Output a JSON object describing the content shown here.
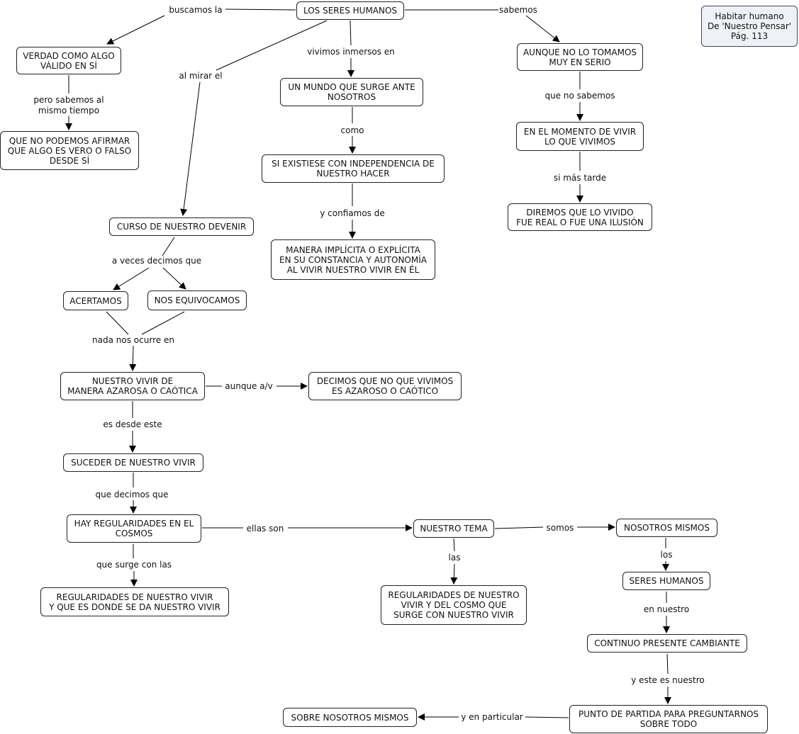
{
  "nodes": {
    "seres": "LOS SERES HUMANOS",
    "verdad": "VERDAD COMO ALGO\nVÁLIDO EN SÍ",
    "noafirmar": "QUE NO PODEMOS AFIRMAR\nQUE ALGO ES VERO O FALSO\nDESDE SÍ",
    "mundo": "UN MUNDO QUE SURGE ANTE\nNOSOTROS",
    "existiese": "SI EXISTIESE CON INDEPENDENCIA DE\nNUESTRO HACER",
    "manera": "MANERA IMPLÍCITA O EXPLÍCITA\nEN SU CONSTANCIA Y AUTONOMÍA\nAL VIVIR NUESTRO VIVIR EN ÉL",
    "aunque": "AUNQUE NO LO TOMAMOS\nMUY EN SERIO",
    "momento": "EN EL MOMENTO DE VIVIR\nLO QUE VIVIMOS",
    "diremos": "DIREMOS QUE LO VIVIDO\nFUE REAL O FUE UNA ILUSIÓN",
    "curso": "CURSO DE NUESTRO DEVENIR",
    "acertamos": "ACERTAMOS",
    "equivocamos": "NOS EQUIVOCAMOS",
    "vivir": "NUESTRO VIVIR DE\nMANERA AZAROSA O CAÓTICA",
    "decimos": "DECIMOS QUE NO QUE VIVIMOS\nES AZAROSO O CAÓTICO",
    "suceder": "SUCEDER DE NUESTRO VIVIR",
    "hay": "HAY REGULARIDADES EN EL\nCOSMOS",
    "regvivir": "REGULARIDADES DE NUESTRO VIVIR\nY QUE ES DONDE SE DA NUESTRO VIVIR",
    "tema": "NUESTRO TEMA",
    "regcosmo": "REGULARIDADES DE NUESTRO\nVIVIR Y DEL COSMO QUE\nSURGE CON NUESTRO VIVIR",
    "mismos": "NOSOTROS MISMOS",
    "seresh": "SERES HUMANOS",
    "continuo": "CONTINUO PRESENTE CAMBIANTE",
    "punto": "PUNTO DE PARTIDA PARA PREGUNTARNOS\nSOBRE TODO",
    "sobre": "SOBRE NOSOTROS MISMOS",
    "note": "Habitar humano\nDe 'Nuestro Pensar'\nPág. 113"
  },
  "links": {
    "buscamos": "buscamos la",
    "sabemos": "sabemos",
    "inmersos": "vivimos inmersos en",
    "mirar": "al mirar el",
    "pero": "pero sabemos al\nmismo tiempo",
    "como": "como",
    "confiamos": "y confiamos de",
    "nosabemos": "que no sabemos",
    "tarde": "si más tarde",
    "aveces": "a veces decimos que",
    "nada": "nada nos ocurre en",
    "aunqueav": "aunque a/v",
    "desde": "es desde este",
    "quedecimos": "que decimos que",
    "ellas": "ellas son",
    "surge": "que surge con las",
    "somos": "somos",
    "las": "las",
    "los": "los",
    "ennuestro": "en nuestro",
    "yeste": "y este es nuestro",
    "particular": "y en particular"
  }
}
